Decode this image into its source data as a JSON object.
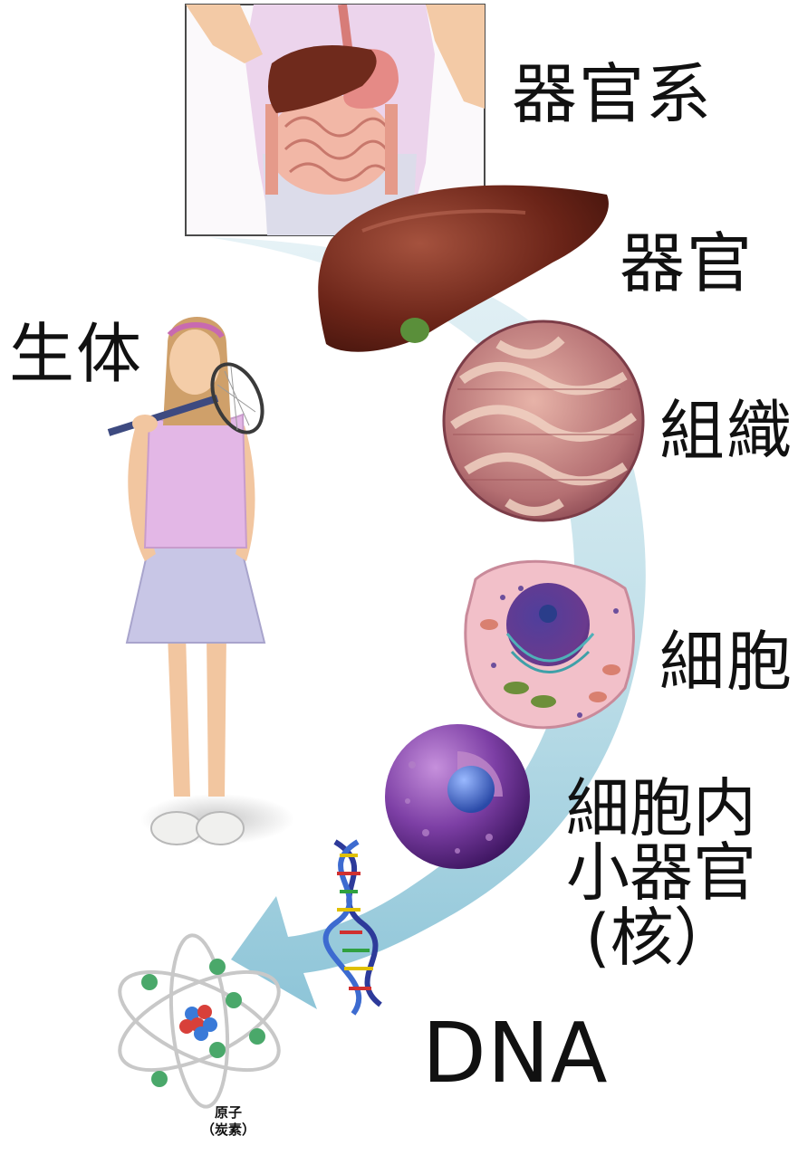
{
  "labels": {
    "organ_system": "器官系",
    "organ": "器官",
    "organism": "生体",
    "tissue": "組織",
    "cell": "細胞",
    "organelle_line1": "細胞内",
    "organelle_line2": "小器官",
    "organelle_line3": "(核）",
    "dna": "DNA",
    "atom_line1": "原子",
    "atom_line2": "（炭素）"
  },
  "colors": {
    "arrow": "#b9dbe6",
    "liver": "#6b2418",
    "shirt": "#e3b7e6",
    "skirt": "#c8c6e6",
    "skin": "#f2c6a0",
    "tissue": "#c9868a",
    "cell": "#f0bcc6",
    "nucleus": "#7a3fa0"
  }
}
